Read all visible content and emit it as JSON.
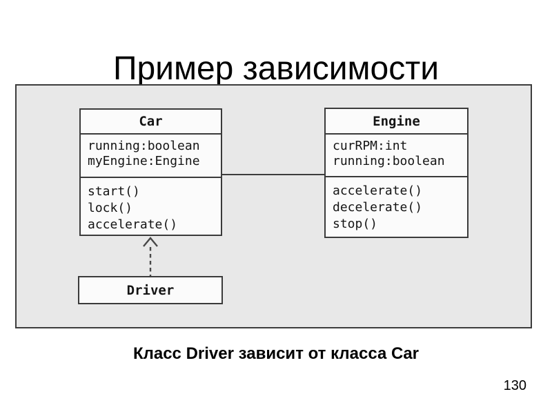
{
  "slide": {
    "title": "Пример зависимости",
    "caption": "Класс Driver зависит от класса Car",
    "page_number": "130"
  },
  "diagram": {
    "classes": [
      {
        "name": "Car",
        "attributes": [
          "running:boolean",
          "myEngine:Engine"
        ],
        "methods": [
          "start()",
          "lock()",
          "accelerate()"
        ]
      },
      {
        "name": "Engine",
        "attributes": [
          "curRPM:int",
          "running:boolean"
        ],
        "methods": [
          "accelerate()",
          "decelerate()",
          "stop()"
        ]
      },
      {
        "name": "Driver",
        "attributes": [],
        "methods": []
      }
    ],
    "relationships": [
      {
        "type": "association",
        "from": "Car",
        "to": "Engine"
      },
      {
        "type": "dependency",
        "from": "Driver",
        "to": "Car"
      }
    ],
    "colors": {
      "panel_bg": "#e8e8e8",
      "box_bg": "#fbfbfb",
      "border": "#3a3a3a",
      "text": "#141414"
    }
  }
}
